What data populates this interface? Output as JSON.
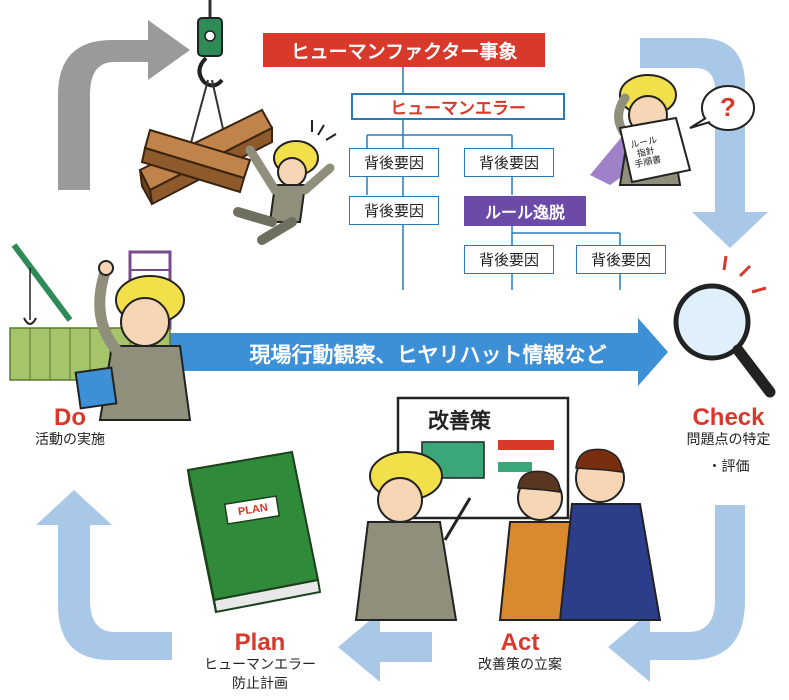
{
  "title": "ヒューマンファクター事象",
  "human_error": "ヒューマンエラー",
  "rule_deviation": "ルール逸脱",
  "causes": {
    "c1": "背後要因",
    "c2": "背後要因",
    "c3": "背後要因",
    "c4": "背後要因",
    "c5": "背後要因"
  },
  "banner": "現場行動観察、ヒヤリハット情報など",
  "phases": {
    "do": {
      "title": "Do",
      "desc": [
        "活動の実施"
      ]
    },
    "check": {
      "title": "Check",
      "desc": [
        "問題点の特定",
        "・評価"
      ]
    },
    "act": {
      "title": "Act",
      "desc": [
        "改善策の立案"
      ]
    },
    "plan": {
      "title": "Plan",
      "desc": [
        "ヒューマンエラー",
        "防止計画"
      ]
    }
  },
  "board_title": "改善策",
  "plan_book_label": "PLAN",
  "rule_book_label": "ルール\n指針\n手順書",
  "question_mark": "?",
  "colors": {
    "red": "#d8392b",
    "blue_line": "#2a7ab8",
    "purple": "#6c4aa8",
    "cycle_arrow": "#a9c8e8",
    "grey_arrow": "#9a9a9a",
    "banner": "#3d8fd6"
  },
  "icons": [
    "crane-hook-icon",
    "falling-worker-icon",
    "thinking-worker-icon",
    "pointing-worker-icon",
    "magnifier-icon",
    "plan-book-icon",
    "presenter-worker-icon",
    "listener-icon"
  ]
}
